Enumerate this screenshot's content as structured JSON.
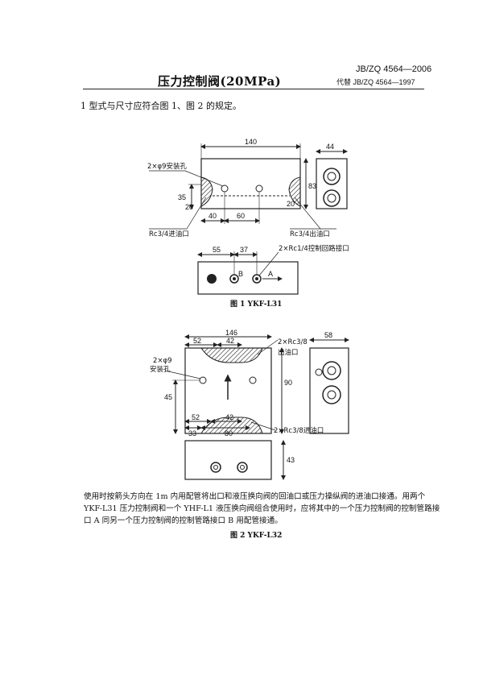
{
  "header": {
    "title": "压力控制阀(20MPa)",
    "standard_no": "JB/ZQ 4564—2006",
    "replaces": "代替 JB/ZQ 4564—1997"
  },
  "clause": "1   型式与尺寸应符合图 1、图 2 的规定。",
  "figure1": {
    "caption": "图 1   YKF-L31",
    "dims": {
      "width": "140",
      "side_width": "44",
      "height": "83",
      "d35": "35",
      "d20_left": "20",
      "d20_right": "20",
      "d40": "40",
      "d60": "60",
      "d55": "55",
      "d37": "37"
    },
    "labels": {
      "mount_holes": "2×φ9安装孔",
      "inlet": "Rc3/4进油口",
      "outlet": "Rc3/4出油口",
      "control_port": "2×Rc1/4控制回路接口",
      "port_a": "A",
      "port_b": "B"
    }
  },
  "figure2": {
    "caption": "图 2   YKF-L32",
    "dims": {
      "width": "146",
      "side_width": "58",
      "height": "90",
      "d45": "45",
      "top52": "52",
      "top42": "42",
      "bot52": "52",
      "bot42": "42",
      "d33": "33",
      "d80": "80",
      "d43": "43"
    },
    "labels": {
      "mount_holes_1": "2×φ9",
      "mount_holes_2": "安装孔",
      "outlet_1": "2×Rc3/8",
      "outlet_2": "出油口",
      "inlet": "2×Rc3/8进油口"
    }
  },
  "paragraph": "使用时按箭头方向在 1m 内用配管将出口和液压换向阀的回油口或压力操纵阀的进油口接通。用两个 YKF-L31 压力控制阀和一个 YHF-L1 液压换向阀组合使用时，应将其中的一个压力控制阀的控制管路接口 A 同另一个压力控制阀的控制管路接口 B 用配管接通。"
}
